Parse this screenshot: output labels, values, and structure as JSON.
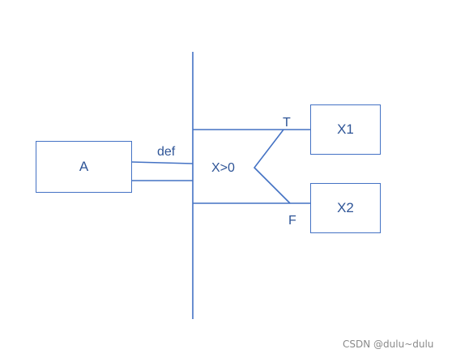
{
  "nodes": {
    "a": "A",
    "x1": "X1",
    "x2": "X2"
  },
  "labels": {
    "def": "def",
    "condition": "X>0",
    "true_branch": "T",
    "false_branch": "F"
  },
  "watermark": "CSDN @dulu~dulu",
  "colors": {
    "stroke": "#4472c4",
    "text": "#2f5597"
  }
}
